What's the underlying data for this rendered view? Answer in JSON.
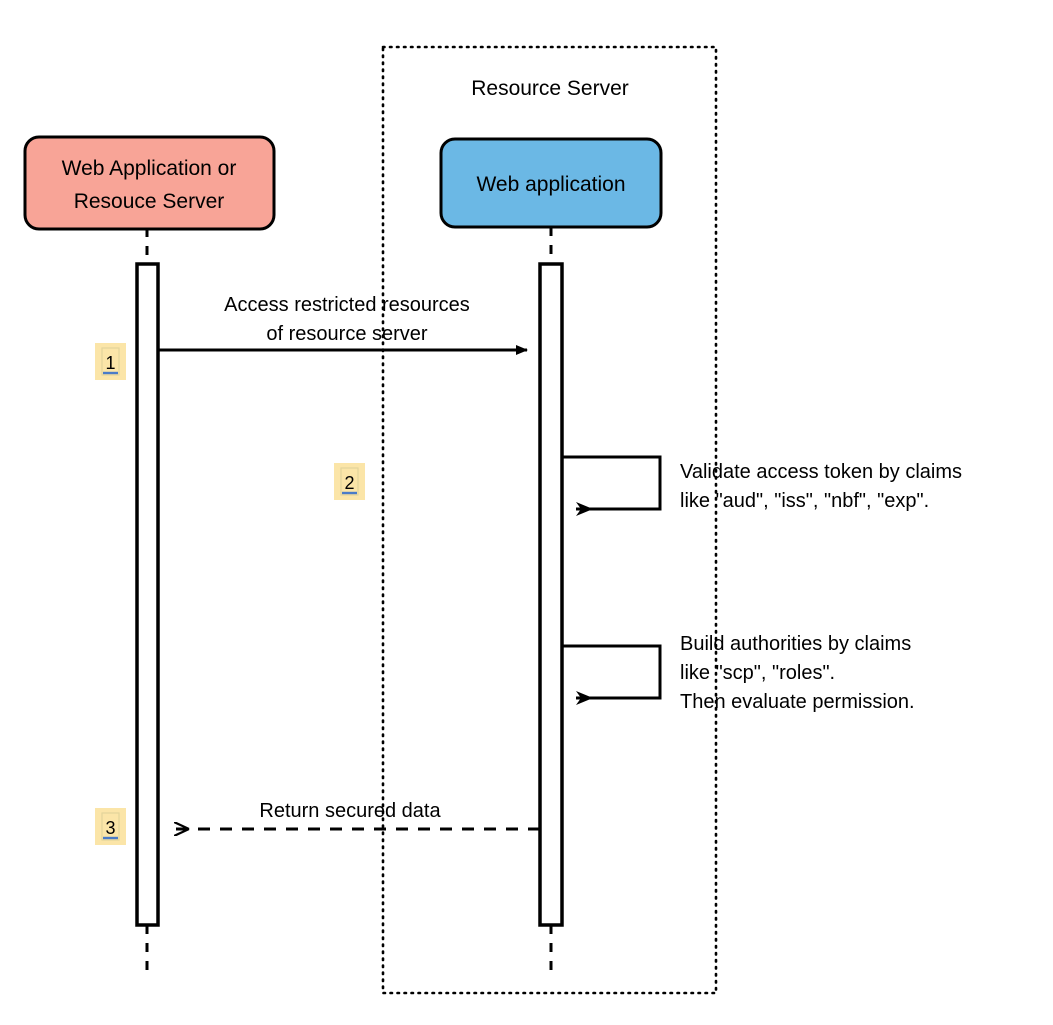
{
  "diagram": {
    "type": "sequence-diagram",
    "title": "",
    "colors": {
      "participant_client_fill": "#F8A497",
      "participant_client_stroke": "#000000",
      "participant_server_fill": "#6BB8E5",
      "participant_server_stroke": "#000000",
      "step_badge_fill": "#FBE5A8",
      "step_badge_inner_stroke": "#E3D49B",
      "step_underline": "#4A7BC8",
      "line": "#000000",
      "group_border": "#000000",
      "background": "#FFFFFF"
    },
    "group": {
      "label": "Resource Server",
      "border_style": "dotted"
    },
    "participants": [
      {
        "id": "client",
        "label_lines": [
          "Web Application or",
          "Resouce Server"
        ],
        "fill": "#F8A497"
      },
      {
        "id": "server",
        "label_lines": [
          "Web application"
        ],
        "fill": "#6BB8E5"
      }
    ],
    "steps": [
      {
        "number": "1",
        "kind": "call",
        "from": "client",
        "to": "server",
        "arrow": "solid-filled",
        "label_lines": [
          "Access restricted resources",
          "of resource server"
        ]
      },
      {
        "number": "2",
        "kind": "self-call",
        "from": "server",
        "to": "server",
        "arrow": "solid-filled",
        "label_lines": [
          "Validate access token by claims",
          "like \"aud\", \"iss\", \"nbf\", \"exp\"."
        ]
      },
      {
        "number": "",
        "kind": "self-call",
        "from": "server",
        "to": "server",
        "arrow": "solid-filled",
        "label_lines": [
          "Build authorities by claims",
          "like \"scp\", \"roles\".",
          "Then evaluate permission."
        ]
      },
      {
        "number": "3",
        "kind": "return",
        "from": "server",
        "to": "client",
        "arrow": "dashed-open",
        "label_lines": [
          "Return secured data"
        ]
      }
    ]
  }
}
